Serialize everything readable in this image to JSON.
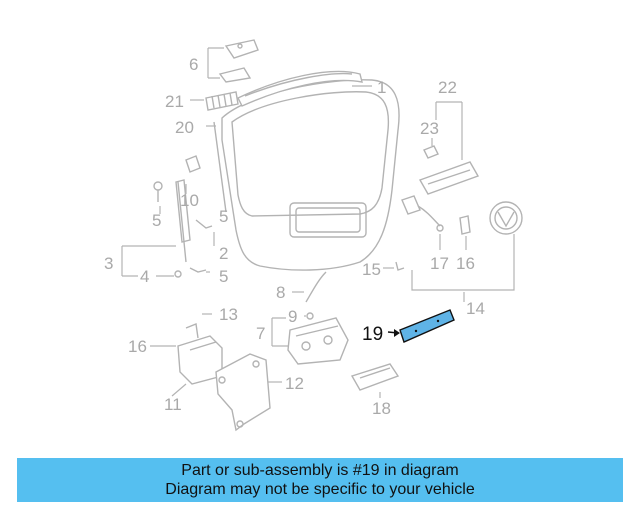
{
  "diagram": {
    "callouts": [
      "1",
      "2",
      "3",
      "4",
      "5",
      "5",
      "5",
      "6",
      "7",
      "8",
      "9",
      "10",
      "11",
      "12",
      "13",
      "14",
      "15",
      "16",
      "16",
      "17",
      "18",
      "19",
      "20",
      "21",
      "22",
      "23"
    ],
    "highlighted_part": "19",
    "highlight_color": "#5fb3e6",
    "muted_color": "#b3b3b3"
  },
  "banner": {
    "line1": "Part or sub-assembly is #19 in diagram",
    "line2": "Diagram may not be specific to your vehicle",
    "background": "#55bff0"
  }
}
